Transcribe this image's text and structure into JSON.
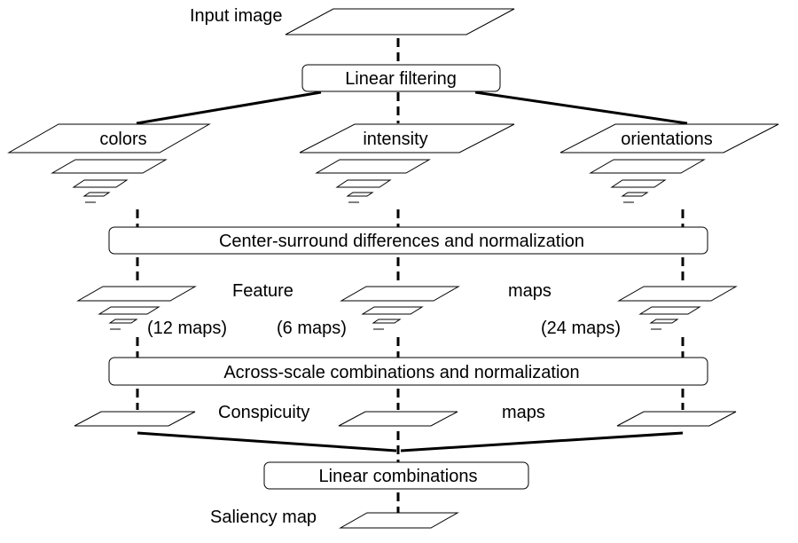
{
  "input_label": "Input image",
  "steps": {
    "linear_filtering": "Linear filtering",
    "center_surround": "Center-surround differences and normalization",
    "across_scale": "Across-scale combinations and normalization",
    "linear_combinations": "Linear combinations"
  },
  "channels": [
    "colors",
    "intensity",
    "orientations"
  ],
  "feature_maps": {
    "word_left": "Feature",
    "word_right": "maps",
    "counts": [
      "(12 maps)",
      "(6 maps)",
      "(24 maps)"
    ]
  },
  "conspicuity_maps": {
    "word_left": "Conspicuity",
    "word_right": "maps"
  },
  "saliency_label": "Saliency map"
}
